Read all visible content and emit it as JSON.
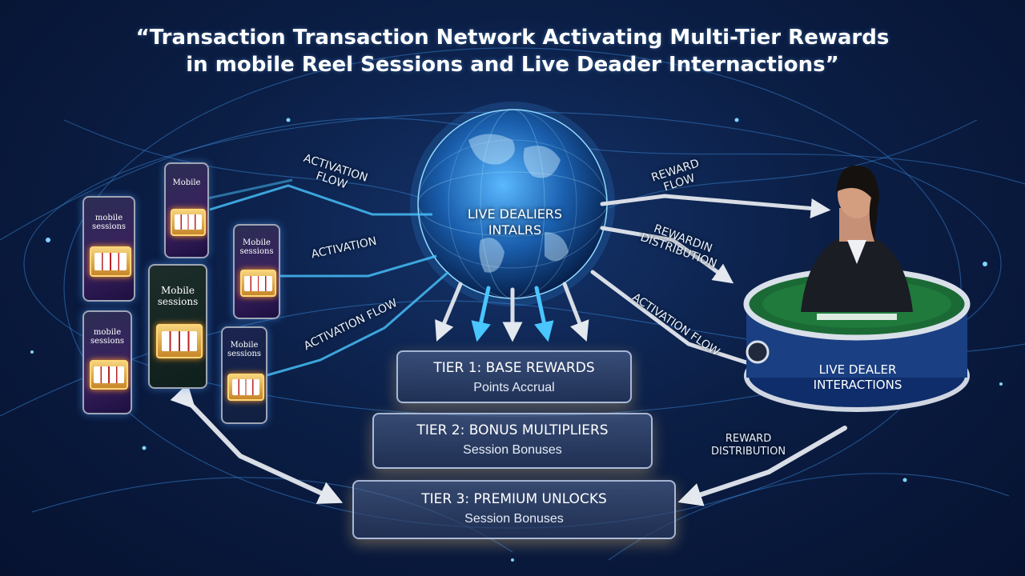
{
  "title": {
    "line1": "“Transaction Transaction Network Activating Multi-Tier Rewards",
    "line2": "in mobile Reel Sessions and Live Deader Internactions”"
  },
  "globe": {
    "label": "LIVE DEALIERS\nINTALRS"
  },
  "flows": {
    "activation_flow_top": "ACTIVATION\nFLOW",
    "activation_mid": "ACTIVATION",
    "activation_flow_low": "ACTIVATION FLOW",
    "reward_flow": "REWARD\nFLOW",
    "reward_distribution_mid": "REWARDIN\nDISTRIBUTION",
    "activation_flow_right": "ACTIVATION FLOW",
    "reward_distribution_low": "REWARD\nDISTRIBUTION"
  },
  "phones": [
    {
      "label": "mobile\nsessions"
    },
    {
      "label": "Mobile"
    },
    {
      "label": "Mobile\nsessions"
    },
    {
      "label": "Mobile\nsessions"
    },
    {
      "label": "Mobile\nsessions"
    },
    {
      "label": "mobile\nsessions"
    }
  ],
  "tiers": [
    {
      "title": "TIER 1: BASE REWARDS",
      "subtitle": "Points Accrual"
    },
    {
      "title": "TIER 2: BONUS MULTIPLIERS",
      "subtitle": "Session Bonuses"
    },
    {
      "title": "TIER 3: PREMIUM UNLOCKS",
      "subtitle": "Session Bonuses"
    }
  ],
  "dealer": {
    "label": "LIVE DEALER\nINTERACTIONS"
  },
  "colors": {
    "accent": "#4fc3ff",
    "arrow": "#d8dde6",
    "glow": "#ffcf6a",
    "background": "#0b1e45"
  }
}
